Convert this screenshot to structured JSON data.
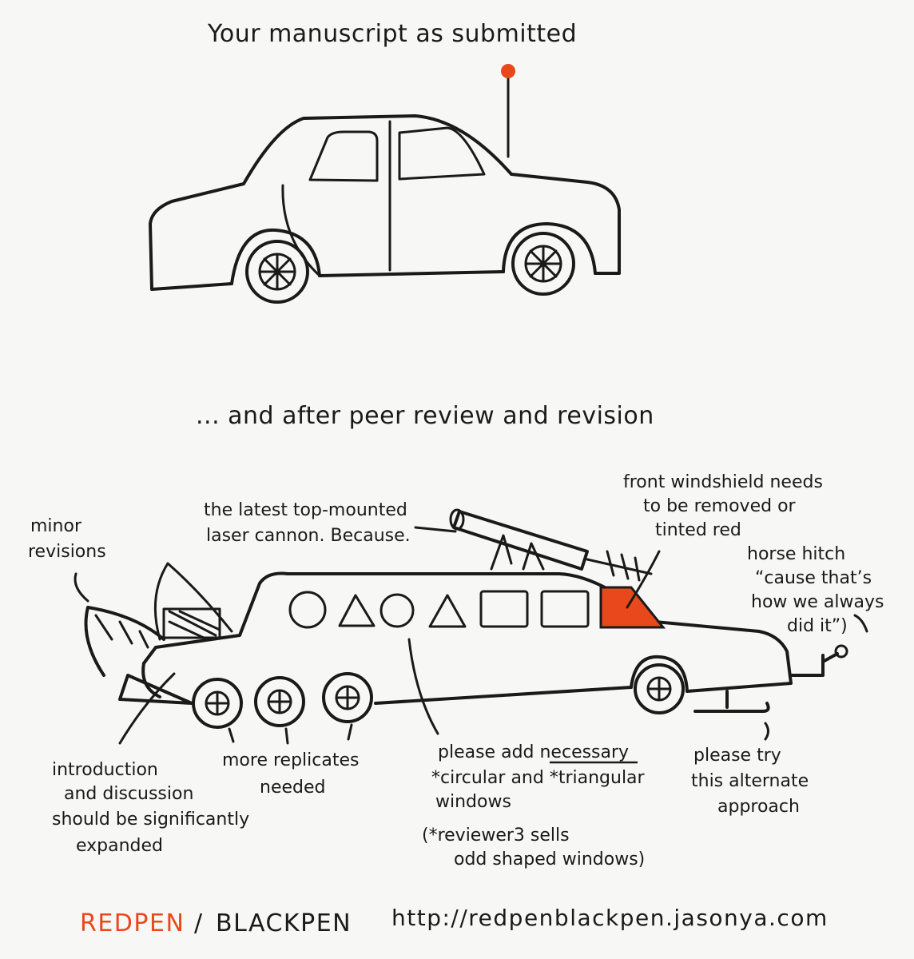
{
  "top_caption": "Your manuscript as submitted",
  "bottom_caption": "... and after peer review and revision",
  "annotations": {
    "minor_revisions": [
      "minor",
      "revisions"
    ],
    "laser": [
      "the latest top-mounted",
      "laser cannon. Because."
    ],
    "windshield": [
      "front windshield needs",
      "to be removed or",
      "tinted red"
    ],
    "horse_hitch": [
      "horse hitch",
      "“cause that’s",
      "how we always",
      "did it”)"
    ],
    "introduction": [
      "introduction",
      "and discussion",
      "should be significantly",
      "expanded"
    ],
    "replicates": [
      "more replicates",
      "needed"
    ],
    "windows": [
      "please add necessary",
      "*circular and *triangular",
      "windows",
      "(*reviewer3 sells",
      "odd shaped windows)"
    ],
    "alternate": [
      "please try",
      "this alternate",
      "approach"
    ]
  },
  "footer": {
    "brand_red": "REDPEN",
    "brand_sep": "/",
    "brand_black": "BLACKPEN",
    "url": "http://redpenblackpen.jasonya.com"
  },
  "colors": {
    "accent_red": "#e8481c",
    "ink": "#1a1a1a",
    "paper": "#f7f7f6"
  }
}
